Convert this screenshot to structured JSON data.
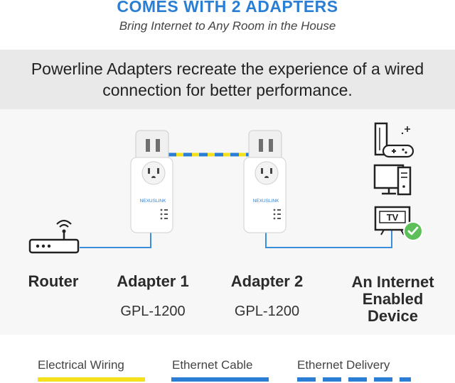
{
  "header": {
    "title": "COMES WITH 2 ADAPTERS",
    "subtitle": "Bring Internet to Any Room in the House"
  },
  "banner": {
    "line1": "Powerline Adapters recreate the experience of a wired",
    "line2": "connection for better performance."
  },
  "adapters": {
    "brand": "NEXUSLINK",
    "tv_label": "TV"
  },
  "labels": {
    "router": "Router",
    "adapter1": "Adapter 1",
    "adapter2": "Adapter 2",
    "device_line1": "An Internet",
    "device_line2": "Enabled",
    "device_line3": "Device",
    "model1": "GPL-1200",
    "model2": "GPL-1200"
  },
  "legend": {
    "electrical": "Electrical Wiring",
    "ethernet_cable": "Ethernet Cable",
    "ethernet_delivery": "Ethernet Delivery"
  },
  "colors": {
    "accent_blue": "#2a7fd4",
    "wiring_yellow": "#f5e11b",
    "check_green": "#5cbf5a"
  }
}
